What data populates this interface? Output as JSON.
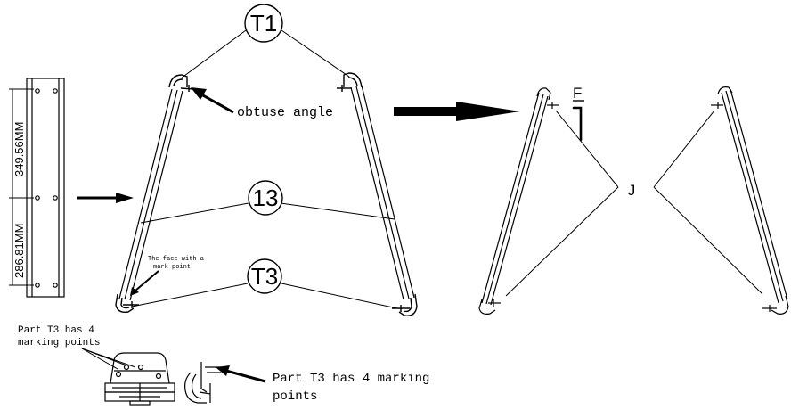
{
  "labels": {
    "t1": "T1",
    "thirteen": "13",
    "t3": "T3",
    "f": "F",
    "j": "J",
    "obtuse": "obtuse angle",
    "dim_top": "349.56MM",
    "dim_bottom": "286.81MM",
    "face_line1": "The face with a",
    "face_line2": "mark point",
    "t3_left_line1": "Part T3 has 4",
    "t3_left_line2": "marking points",
    "t3_right_line1": "Part T3 has 4 marking",
    "t3_right_line2": "points"
  },
  "colors": {
    "ink": "#000000",
    "background": "#ffffff"
  }
}
